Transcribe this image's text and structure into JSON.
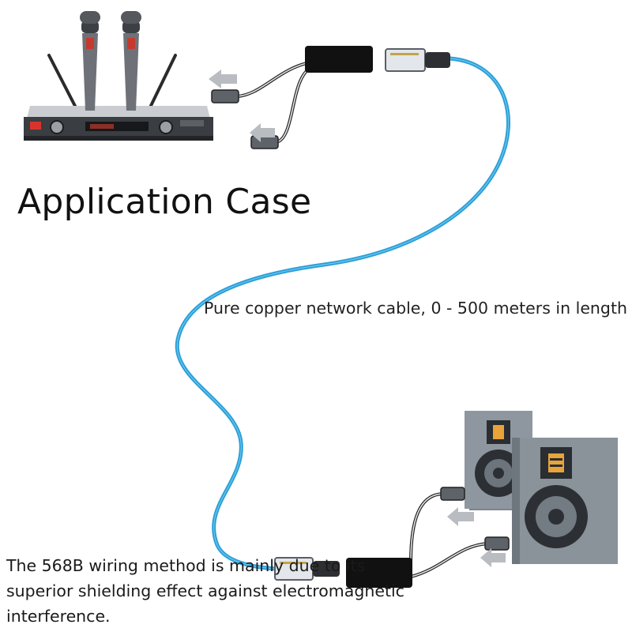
{
  "title": "Application Case",
  "cable_caption": "Pure copper network cable, 0 - 500 meters in length",
  "wiring_note": {
    "line1": "The 568B wiring method is mainly due to its",
    "line2": "superior shielding effect against electromagnetic",
    "line3": "interference."
  },
  "colors": {
    "cable": "#2a9fd8",
    "adapter": "#111111",
    "speaker_body": "#8a929a",
    "speaker_accent": "#e8a33a"
  },
  "icons": {
    "receiver": "wireless-microphone-receiver-icon",
    "speakers": "studio-monitor-speakers-icon",
    "adapter": "xlr-to-rj45-adapter-icon",
    "arrow": "direction-arrow-icon"
  }
}
